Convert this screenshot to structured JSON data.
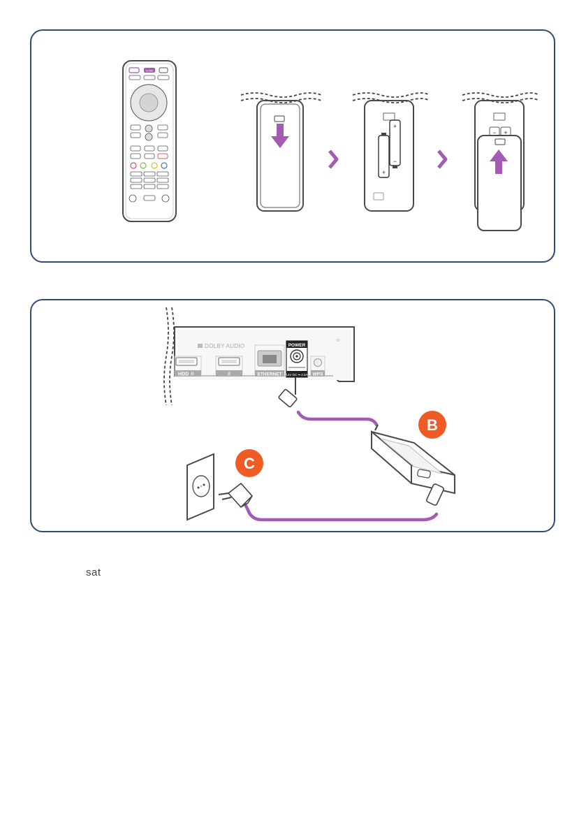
{
  "remote": {
    "key_guide": "GUIDE"
  },
  "stb": {
    "brand_label": "DOLBY AUDIO",
    "port_hdd": "HDD",
    "port_ethernet": "ETHERNET",
    "port_power": "POWER",
    "power_rating": "14V DC ⎓ 2.5A",
    "port_wps": "WPS"
  },
  "steps": {
    "b": "B",
    "c": "C"
  },
  "colors": {
    "accent_purple": "#a45bb3",
    "badge_orange": "#ef5b25",
    "frame_blue": "#2f4a78"
  },
  "caption": "sat"
}
